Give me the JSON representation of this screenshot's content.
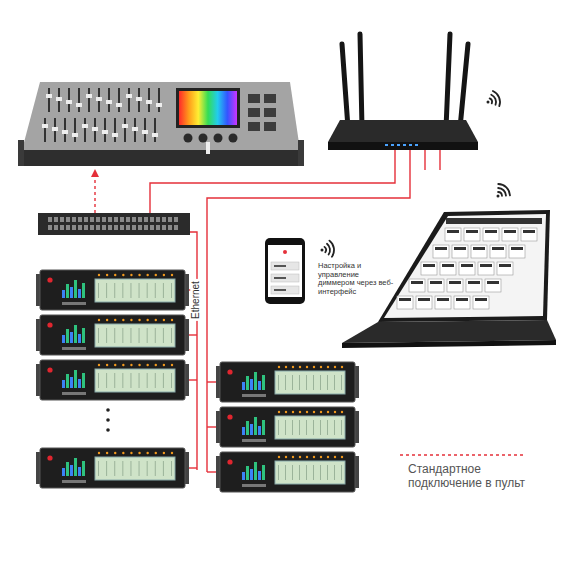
{
  "diagram": {
    "labels": [
      "Ethernet",
      "Настройка и управление диммером через веб-интерфейс"
    ],
    "legend": [
      {
        "text": "Стандартное подключение в пульт"
      }
    ]
  }
}
